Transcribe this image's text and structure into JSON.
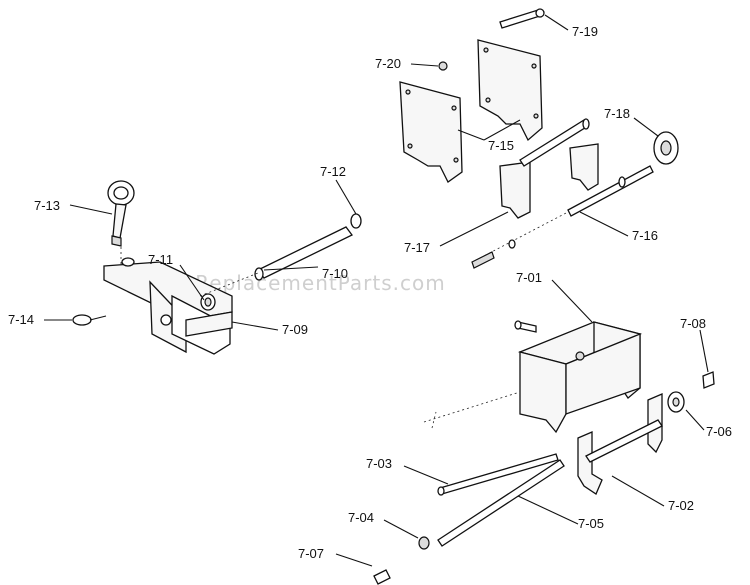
{
  "watermark": "eReplacementParts.com",
  "labels": {
    "p0713": "7-13",
    "p0712": "7-12",
    "p0711": "7-11",
    "p0710": "7-10",
    "p0714": "7-14",
    "p0709": "7-09",
    "p0719": "7-19",
    "p0720": "7-20",
    "p0715": "7-15",
    "p0718": "7-18",
    "p0717": "7-17",
    "p0716": "7-16",
    "p0701": "7-01",
    "p0708": "7-08",
    "p0706": "7-06",
    "p0703": "7-03",
    "p0702": "7-02",
    "p0705": "7-05",
    "p0704": "7-04",
    "p0707": "7-07"
  }
}
